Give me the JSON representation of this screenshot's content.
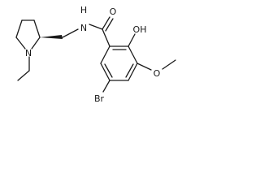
{
  "molecule": {
    "atoms": {
      "n_ring": "N",
      "n_amide": "N",
      "h_amide": "H",
      "o_carbonyl": "O",
      "oh": "OH",
      "o_methoxy": "O",
      "br": "Br"
    },
    "colors": {
      "bond": "#1a1a1a",
      "background": "#ffffff"
    }
  }
}
